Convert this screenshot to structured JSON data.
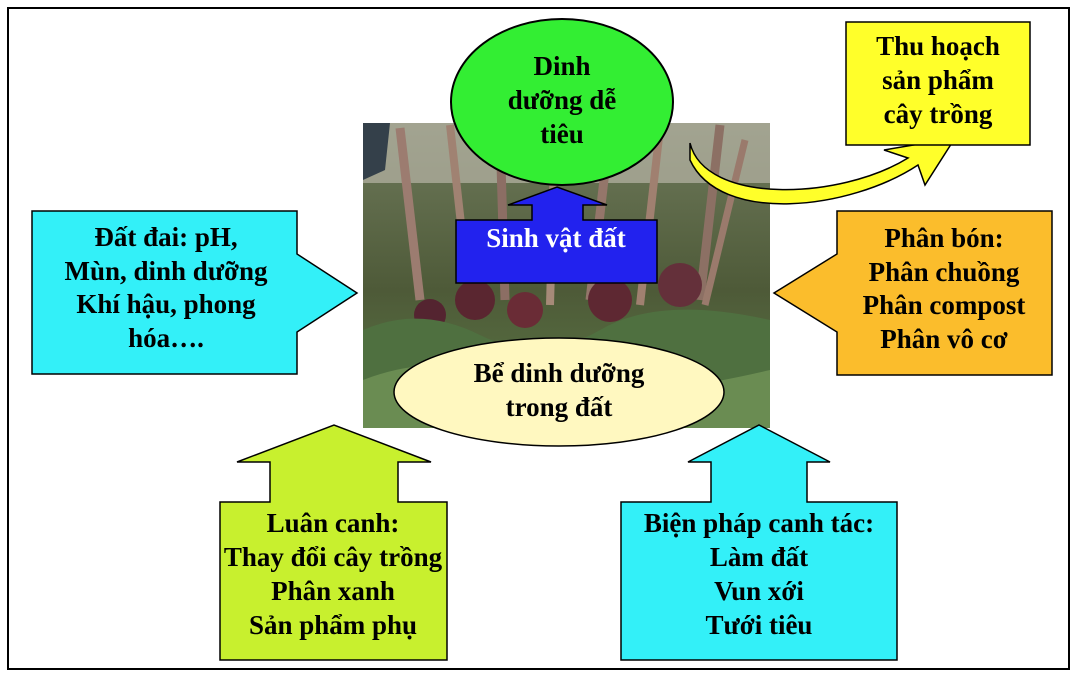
{
  "diagram": {
    "photo": {
      "description_icon": "soil-plant-photo"
    },
    "nodes": {
      "dinh_duong_de_tieu": {
        "lines": [
          "Dinh",
          "dưỡng dễ",
          "tiêu"
        ],
        "fill": "#33ee33"
      },
      "thu_hoach": {
        "lines": [
          "Thu hoạch",
          "sản phẩm",
          "cây trồng"
        ],
        "fill": "#ffff2a"
      },
      "sinh_vat_dat": {
        "lines": [
          "Sinh vật đất"
        ],
        "fill": "#2222ee",
        "text_color": "#ffffff"
      },
      "dat_dai": {
        "lines": [
          "Đất đai: pH,",
          "Mùn, dinh dưỡng",
          "Khí hậu, phong",
          "hóa…."
        ],
        "fill": "#33f0f8"
      },
      "phan_bon": {
        "lines": [
          "Phân bón:",
          "Phân chuồng",
          "Phân compost",
          "Phân vô cơ"
        ],
        "fill": "#fbbd2c"
      },
      "be_dinh_duong": {
        "lines": [
          "Bể dinh dưỡng",
          "trong đất"
        ],
        "fill": "#fff8c0"
      },
      "luan_canh": {
        "lines": [
          "Luân canh:",
          "Thay đổi cây trồng",
          "Phân xanh",
          "Sản phẩm phụ"
        ],
        "fill": "#c8f02e"
      },
      "bien_phap": {
        "lines": [
          "Biện pháp canh tác:",
          "Làm đất",
          "Vun xới",
          "Tưới tiêu"
        ],
        "fill": "#33f0f8"
      }
    }
  }
}
